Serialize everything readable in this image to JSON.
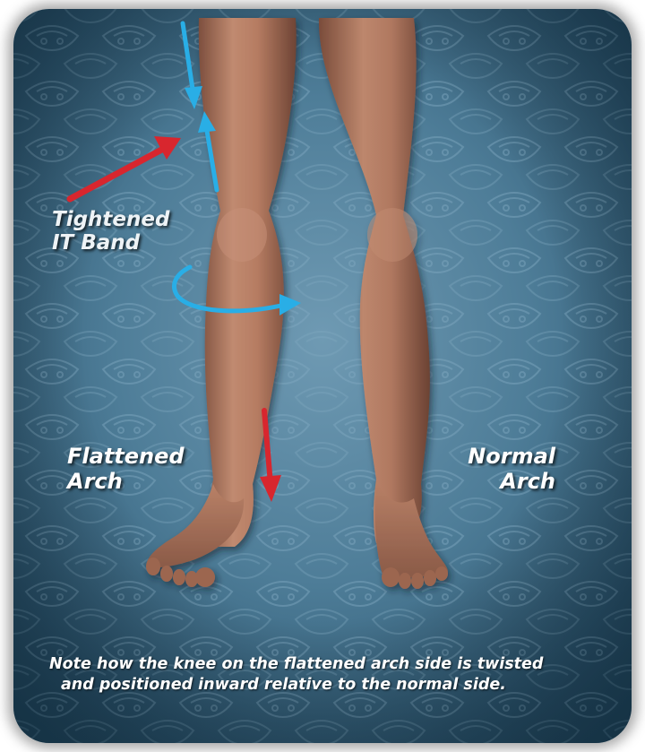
{
  "labels": {
    "it_band_line1": "Tightened",
    "it_band_line2": "IT Band",
    "flattened_line1": "Flattened",
    "flattened_line2": "Arch",
    "normal_line1": "Normal",
    "normal_line2": "Arch"
  },
  "note": {
    "line1": "Note how the knee on the flattened arch side is twisted",
    "line2": "and positioned inward relative to the normal side."
  },
  "colors": {
    "background": "#4e7d98",
    "blue_arrow": "#29aee6",
    "red_arrow": "#d8262e",
    "skin": "#b07a62",
    "text": "#ffffff"
  },
  "icons": {
    "background_pattern": "foot-arch-logo-pattern",
    "it_band_arrows": "compression-arrows-icon",
    "rotation_arrow": "inward-rotation-arrow-icon",
    "pointer_arrow": "red-pointer-arrow-icon",
    "drop_arrow": "red-down-arrow-icon"
  }
}
